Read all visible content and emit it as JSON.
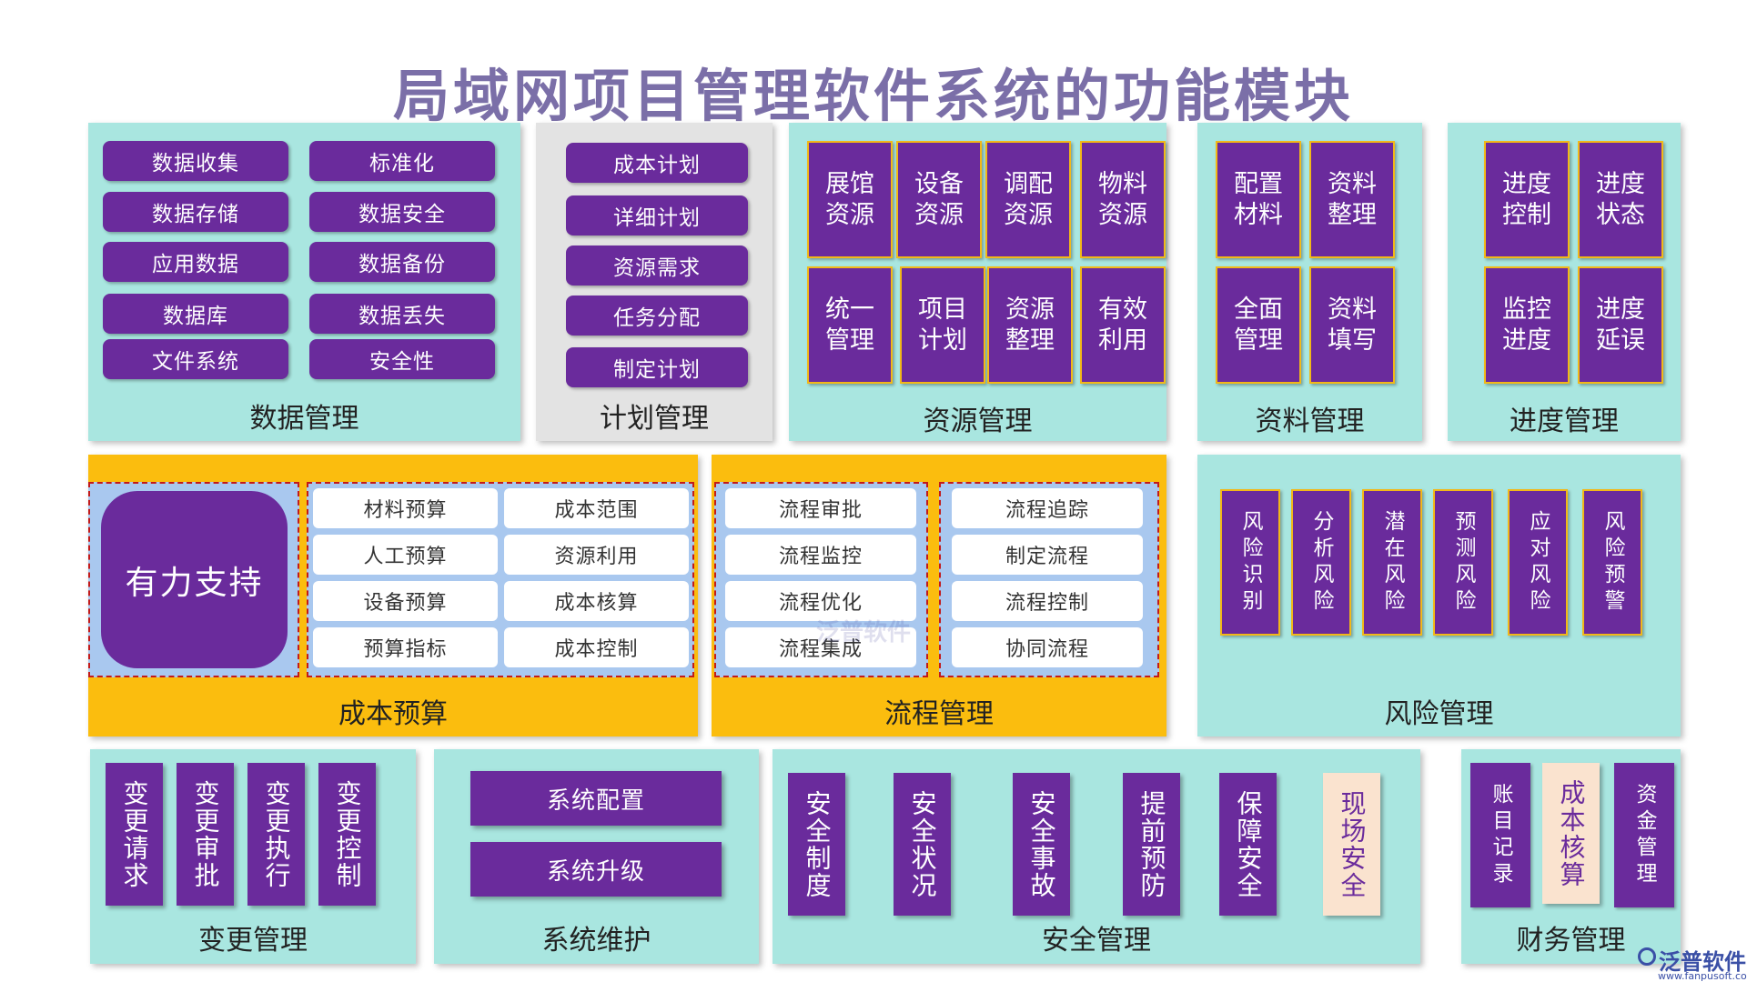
{
  "title": "局域网项目管理软件系统的功能模块",
  "data_mgmt": {
    "label": "数据管理",
    "items": [
      "数据收集",
      "标准化",
      "数据存储",
      "数据安全",
      "应用数据",
      "数据备份",
      "数据库",
      "数据丢失",
      "文件系统",
      "安全性"
    ]
  },
  "plan_mgmt": {
    "label": "计划管理",
    "items": [
      "成本计划",
      "详细计划",
      "资源需求",
      "任务分配",
      "制定计划"
    ]
  },
  "resource_mgmt": {
    "label": "资源管理",
    "items": [
      "展馆\n资源",
      "设备\n资源",
      "调配\n资源",
      "物料\n资源",
      "统一\n管理",
      "项目\n计划",
      "资源\n整理",
      "有效\n利用"
    ]
  },
  "material_mgmt": {
    "label": "资料管理",
    "items": [
      "配置\n材料",
      "资料\n整理",
      "全面\n管理",
      "资料\n填写"
    ]
  },
  "progress_mgmt": {
    "label": "进度管理",
    "items": [
      "进度\n控制",
      "进度\n状态",
      "监控\n进度",
      "进度\n延误"
    ]
  },
  "cost_budget": {
    "label": "成本预算",
    "support": "有力支持",
    "items": [
      "材料预算",
      "成本范围",
      "人工预算",
      "资源利用",
      "设备预算",
      "成本核算",
      "预算指标",
      "成本控制"
    ]
  },
  "process_mgmt": {
    "label": "流程管理",
    "items": [
      "流程审批",
      "流程追踪",
      "流程监控",
      "制定流程",
      "流程优化",
      "流程控制",
      "流程集成",
      "协同流程"
    ]
  },
  "risk_mgmt": {
    "label": "风险管理",
    "items": [
      "风险识别",
      "分析风险",
      "潜在风险",
      "预测风险",
      "应对风险",
      "风险预警"
    ]
  },
  "change_mgmt": {
    "label": "变更管理",
    "items": [
      "变更请求",
      "变更审批",
      "变更执行",
      "变更控制"
    ]
  },
  "sys_maint": {
    "label": "系统维护",
    "items": [
      "系统配置",
      "系统升级"
    ]
  },
  "safety_mgmt": {
    "label": "安全管理",
    "items": [
      "安全制度",
      "安全状况",
      "安全事故",
      "提前预防",
      "保障安全",
      "现场安全"
    ]
  },
  "finance_mgmt": {
    "label": "财务管理",
    "items": [
      "账目记录",
      "成本核算",
      "资金管理"
    ]
  },
  "watermark": "泛普软件",
  "brand": {
    "name": "泛普软件",
    "url": "www.fanpusoft.com"
  }
}
